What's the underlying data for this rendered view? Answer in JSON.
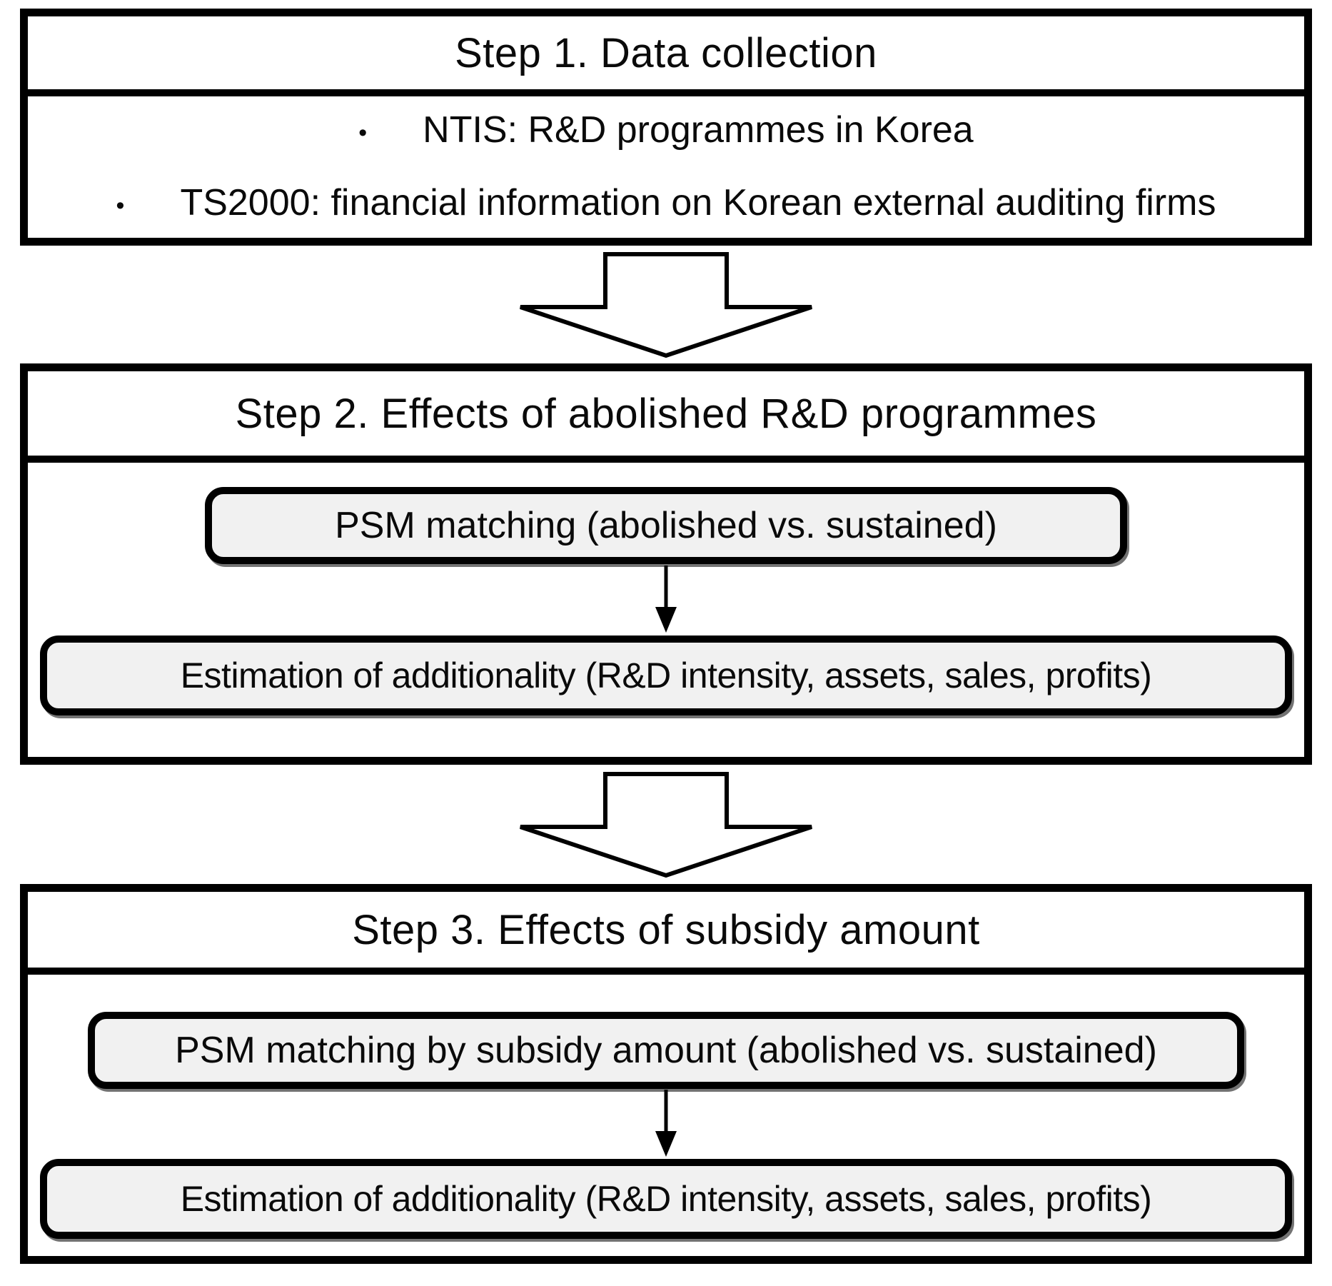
{
  "diagram": {
    "bullet_char": "•",
    "colors": {
      "border": "#000000",
      "pill_fill": "#f1f1f1",
      "background": "#ffffff"
    },
    "steps": [
      {
        "title": "Step 1. Data collection",
        "bullets": [
          "NTIS: R&D programmes in Korea",
          "TS2000: financial information on Korean external auditing firms"
        ]
      },
      {
        "title": "Step 2. Effects of abolished R&D programmes",
        "boxes": [
          "PSM matching (abolished vs. sustained)",
          "Estimation of additionality (R&D intensity, assets, sales, profits)"
        ]
      },
      {
        "title": "Step 3. Effects of subsidy amount",
        "boxes": [
          "PSM matching by subsidy amount (abolished vs. sustained)",
          "Estimation of additionality (R&D intensity, assets, sales, profits)"
        ]
      }
    ]
  }
}
